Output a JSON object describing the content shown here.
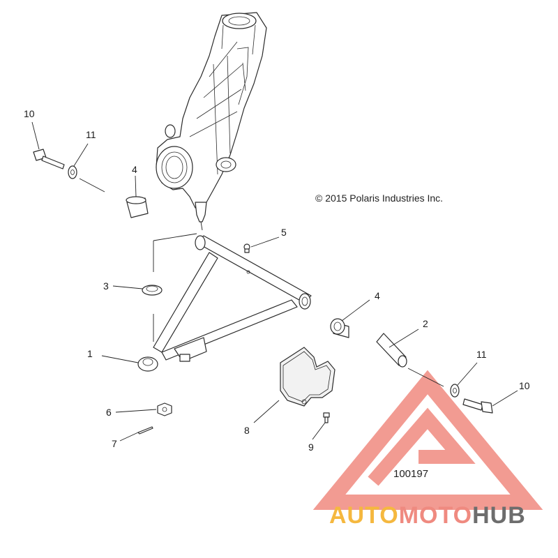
{
  "copyright": "© 2015 Polaris Industries Inc.",
  "figure_number": "100197",
  "watermark": {
    "part1": "AUTO",
    "part2": "MOTO",
    "part3": "HUB",
    "colors": {
      "auto": "#f5b83f",
      "moto": "#ef8a80",
      "hub": "#6d6d6d",
      "logo": "#f08a80"
    }
  },
  "callouts": [
    {
      "id": "c10a",
      "label": "10"
    },
    {
      "id": "c11a",
      "label": "11"
    },
    {
      "id": "c4a",
      "label": "4"
    },
    {
      "id": "c5",
      "label": "5"
    },
    {
      "id": "c3",
      "label": "3"
    },
    {
      "id": "c4b",
      "label": "4"
    },
    {
      "id": "c2",
      "label": "2"
    },
    {
      "id": "c1",
      "label": "1"
    },
    {
      "id": "c11b",
      "label": "11"
    },
    {
      "id": "c10b",
      "label": "10"
    },
    {
      "id": "c6",
      "label": "6"
    },
    {
      "id": "c8",
      "label": "8"
    },
    {
      "id": "c7",
      "label": "7"
    },
    {
      "id": "c9",
      "label": "9"
    }
  ]
}
